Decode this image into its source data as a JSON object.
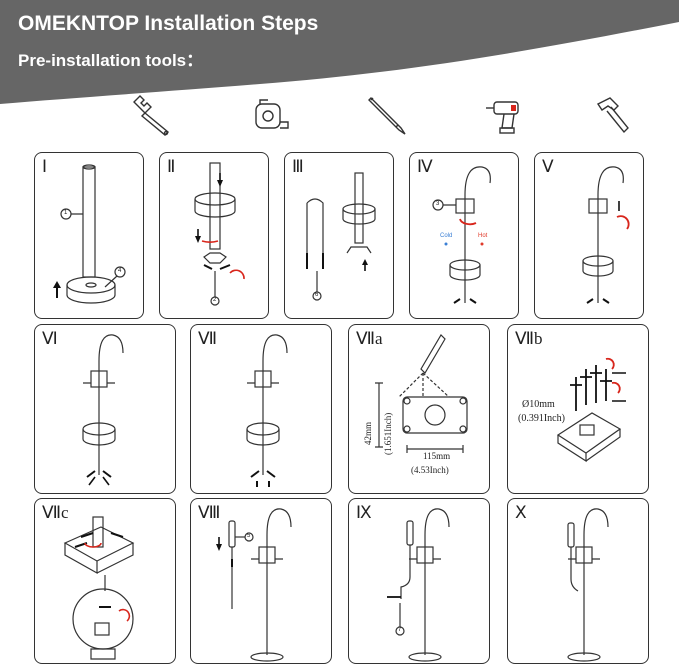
{
  "header": {
    "title": "OMEKNTOP Installation Steps",
    "subtitle": "Pre-installation tools：",
    "background_color": "#666666"
  },
  "tools": [
    {
      "icon": "adjustable-wrench-icon"
    },
    {
      "icon": "tape-measure-icon"
    },
    {
      "icon": "pencil-icon"
    },
    {
      "icon": "electric-drill-icon"
    },
    {
      "icon": "hammer-icon"
    }
  ],
  "steps": [
    {
      "label": "Ⅰ"
    },
    {
      "label": "Ⅱ"
    },
    {
      "label": "Ⅲ"
    },
    {
      "label": "Ⅳ"
    },
    {
      "label": "Ⅴ"
    },
    {
      "label": "Ⅵ"
    },
    {
      "label": "Ⅶ"
    },
    {
      "label": "Ⅶa"
    },
    {
      "label": "Ⅶb"
    },
    {
      "label": "Ⅶc"
    },
    {
      "label": "Ⅷ"
    },
    {
      "label": "Ⅸ"
    },
    {
      "label": "Ⅹ"
    }
  ],
  "callouts": {
    "c1": "1",
    "c2": "2",
    "c3": "3",
    "c4": "4",
    "c5": "5",
    "c6": "6",
    "c7": "7"
  },
  "step4": {
    "cold": "Cold",
    "hot": "Hot",
    "cold_color": "#3a7fd5",
    "hot_color": "#e03a2a"
  },
  "step7a": {
    "height_mm": "42mm",
    "height_in": "(1.651Inch)",
    "width_mm": "115mm",
    "width_in": "(4.53Inch)"
  },
  "step7b": {
    "diameter_mm": "Ø10mm",
    "diameter_in": "(0.391Inch)"
  },
  "accent_red": "#d8261c"
}
